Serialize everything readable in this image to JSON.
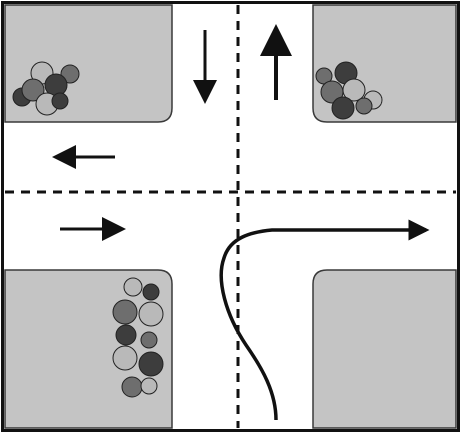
{
  "colors": {
    "frame": "#111111",
    "road": "#ffffff",
    "block": "#c4c4c4",
    "block_edge": "#3a3a3a",
    "markings": "#111111",
    "arrow": "#111111",
    "tree_dark": "#3d3d3d",
    "tree_mid": "#6e6e6e",
    "tree_light": "#b9b9b9"
  },
  "scene": {
    "type": "intersection",
    "blocks": [
      "top-left",
      "top-right",
      "bottom-left",
      "bottom-right"
    ],
    "center_lines": [
      "vertical-dashed",
      "horizontal-dashed"
    ],
    "lane_arrows": [
      {
        "name": "arrow-down",
        "direction": "down"
      },
      {
        "name": "arrow-up",
        "direction": "up"
      },
      {
        "name": "arrow-left",
        "direction": "left"
      },
      {
        "name": "arrow-right",
        "direction": "right"
      }
    ],
    "turn_path": {
      "from": "south-north-bound",
      "maneuver": "right-turn",
      "to": "east"
    },
    "tree_clusters": [
      "top-left",
      "top-right",
      "bottom-left"
    ]
  }
}
